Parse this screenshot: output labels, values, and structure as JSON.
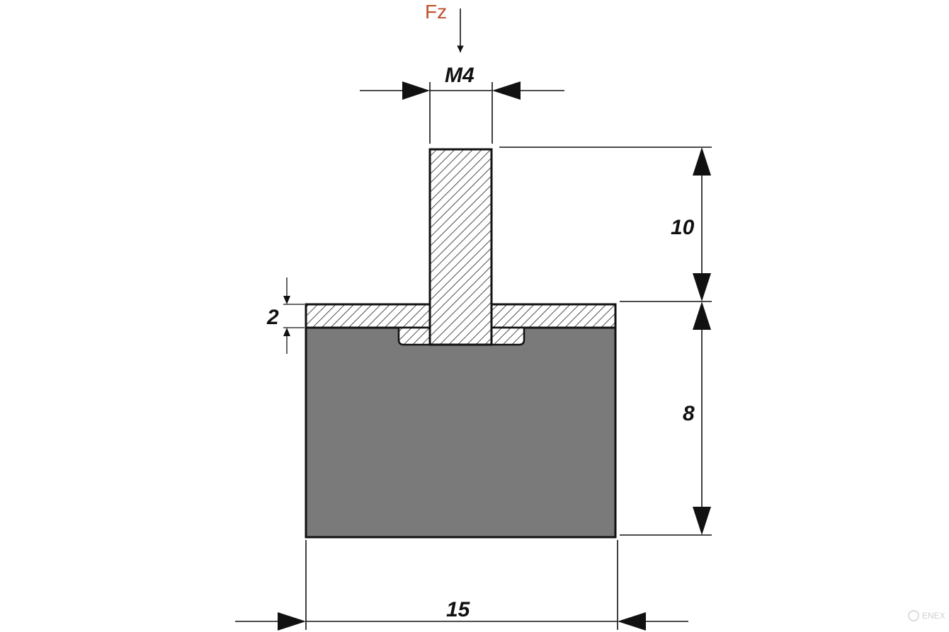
{
  "labels": {
    "force": "Fz",
    "thread": "M4",
    "stud_height": "10",
    "plate_thickness": "2",
    "rubber_height": "8",
    "width": "15"
  },
  "watermark": "ENEX",
  "colors": {
    "force": "#c0502b",
    "rubber": "#7a7a7a",
    "steel": "#ffffff",
    "hatch": "#222222",
    "line": "#111111"
  }
}
